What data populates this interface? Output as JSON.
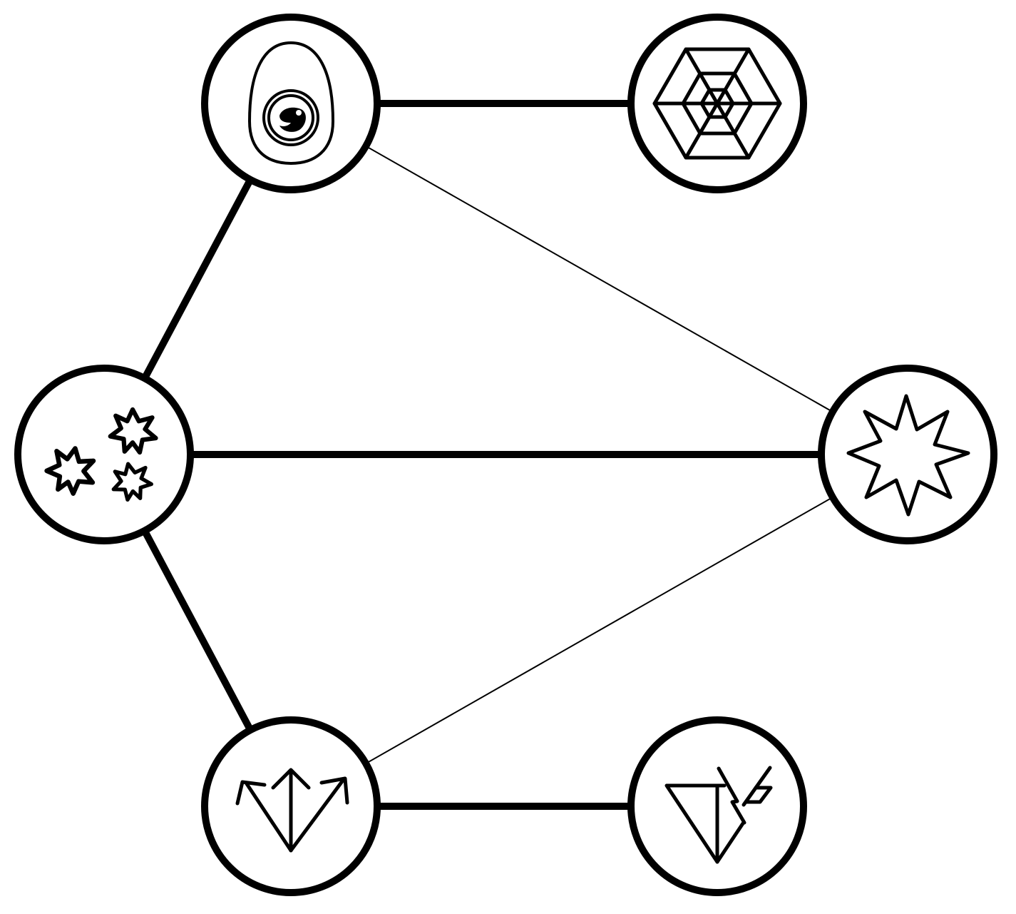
{
  "diagram": {
    "type": "undirected-graph",
    "colors": {
      "stroke": "#000000",
      "background": "#ffffff"
    },
    "nodes": [
      {
        "id": "egg",
        "icon": "egg-embryo-icon"
      },
      {
        "id": "web",
        "icon": "spider-web-icon"
      },
      {
        "id": "sparks",
        "icon": "three-stars-icon"
      },
      {
        "id": "star",
        "icon": "eight-point-star-icon"
      },
      {
        "id": "arrows",
        "icon": "three-arrows-icon"
      },
      {
        "id": "triangle",
        "icon": "triangle-lightning-icon"
      }
    ],
    "edges": [
      {
        "from": "egg",
        "to": "web",
        "weight": "thick"
      },
      {
        "from": "egg",
        "to": "sparks",
        "weight": "thick"
      },
      {
        "from": "egg",
        "to": "star",
        "weight": "thin"
      },
      {
        "from": "sparks",
        "to": "star",
        "weight": "thick"
      },
      {
        "from": "sparks",
        "to": "arrows",
        "weight": "thick"
      },
      {
        "from": "arrows",
        "to": "star",
        "weight": "thin"
      },
      {
        "from": "arrows",
        "to": "triangle",
        "weight": "thick"
      }
    ]
  }
}
